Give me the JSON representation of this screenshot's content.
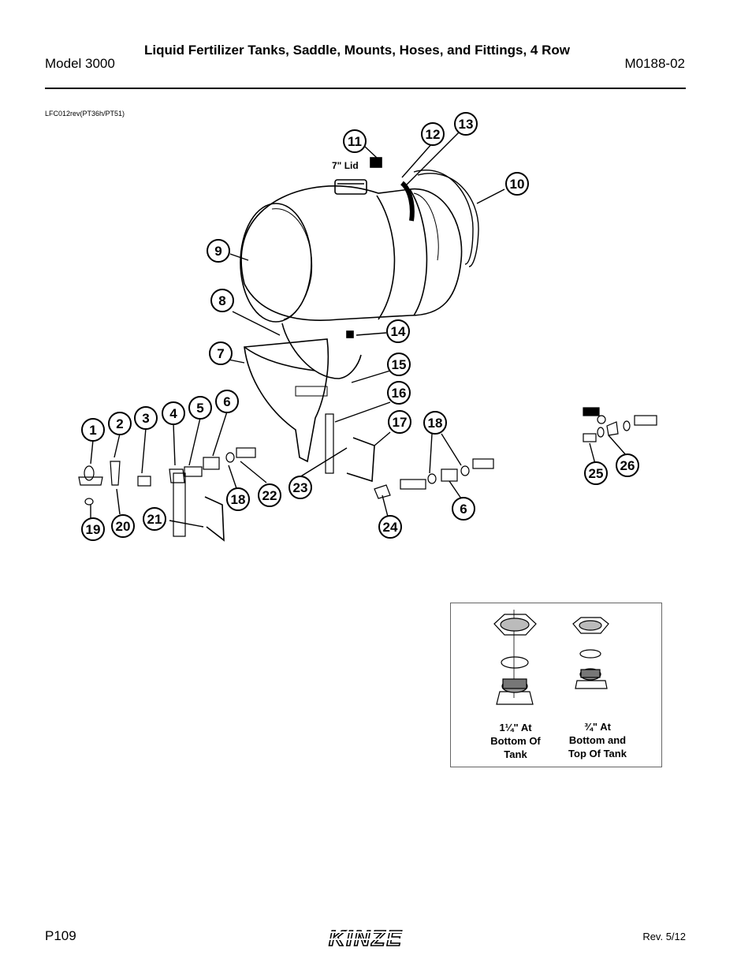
{
  "header": {
    "title": "Liquid Fertilizer Tanks, Saddle, Mounts, Hoses, and Fittings, 4 Row",
    "model": "Model 3000",
    "manual_code": "M0188-02"
  },
  "figure": {
    "figure_id": "LFC012rev(PT36h/PT51)",
    "lid_label": "7\" Lid",
    "callouts": [
      "1",
      "2",
      "3",
      "4",
      "5",
      "6",
      "7",
      "8",
      "9",
      "10",
      "11",
      "12",
      "13",
      "14",
      "15",
      "16",
      "17",
      "18",
      "18",
      "6",
      "19",
      "20",
      "21",
      "22",
      "23",
      "24",
      "25",
      "26"
    ]
  },
  "inset": {
    "left_caption": [
      "1¼\" At",
      "Bottom Of",
      "Tank"
    ],
    "right_caption": [
      "¾\" At",
      "Bottom and",
      "Top Of Tank"
    ]
  },
  "footer": {
    "page": "P109",
    "brand": "KINZE",
    "revision": "Rev. 5/12"
  }
}
